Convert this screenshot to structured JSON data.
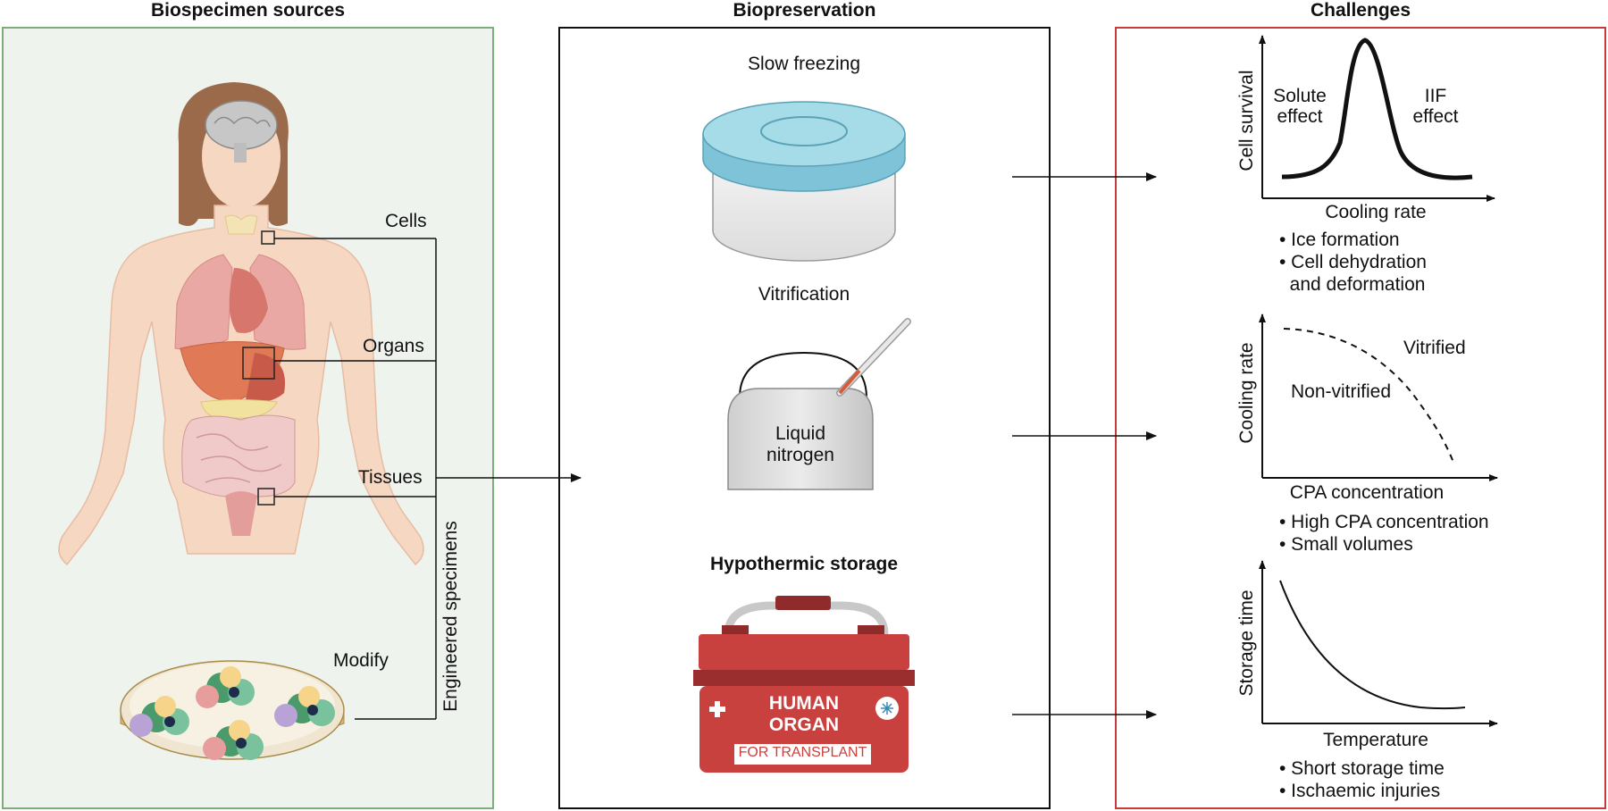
{
  "headers": {
    "sources": "Biospecimen sources",
    "biopreservation": "Biopreservation",
    "challenges": "Challenges"
  },
  "sources": {
    "cells": "Cells",
    "organs": "Organs",
    "tissues": "Tissues",
    "modify": "Modify",
    "engineered": "Engineered specimens"
  },
  "methods": {
    "slow_freezing": "Slow freezing",
    "vitrification": "Vitrification",
    "liquid_nitrogen_line1": "Liquid",
    "liquid_nitrogen_line2": "nitrogen",
    "hypothermic": "Hypothermic storage",
    "box_line1": "HUMAN",
    "box_line2": "ORGAN",
    "box_tag": "FOR TRANSPLANT"
  },
  "challenges": {
    "chart1": {
      "ylabel": "Cell survival",
      "xlabel": "Cooling rate",
      "left_note_1": "Solute",
      "left_note_2": "effect",
      "right_note_1": "IIF",
      "right_note_2": "effect",
      "bullets": [
        "• Ice formation",
        "• Cell dehydration",
        "  and deformation"
      ]
    },
    "chart2": {
      "ylabel": "Cooling rate",
      "xlabel": "CPA concentration",
      "region_vitrified": "Vitrified",
      "region_nonvitrified": "Non-vitrified",
      "bullets": [
        "• High CPA concentration",
        "• Small volumes"
      ]
    },
    "chart3": {
      "ylabel": "Storage time",
      "xlabel": "Temperature",
      "bullets": [
        "• Short storage time",
        "• Ischaemic injuries"
      ]
    }
  },
  "colors": {
    "sources_border": "#7cae7a",
    "sources_bg": "#eef3ee",
    "challenges_border": "#c8393b",
    "cooler_red": "#c8413f",
    "lid_blue": "#a6dbe8",
    "skin": "#f6d7c2"
  }
}
